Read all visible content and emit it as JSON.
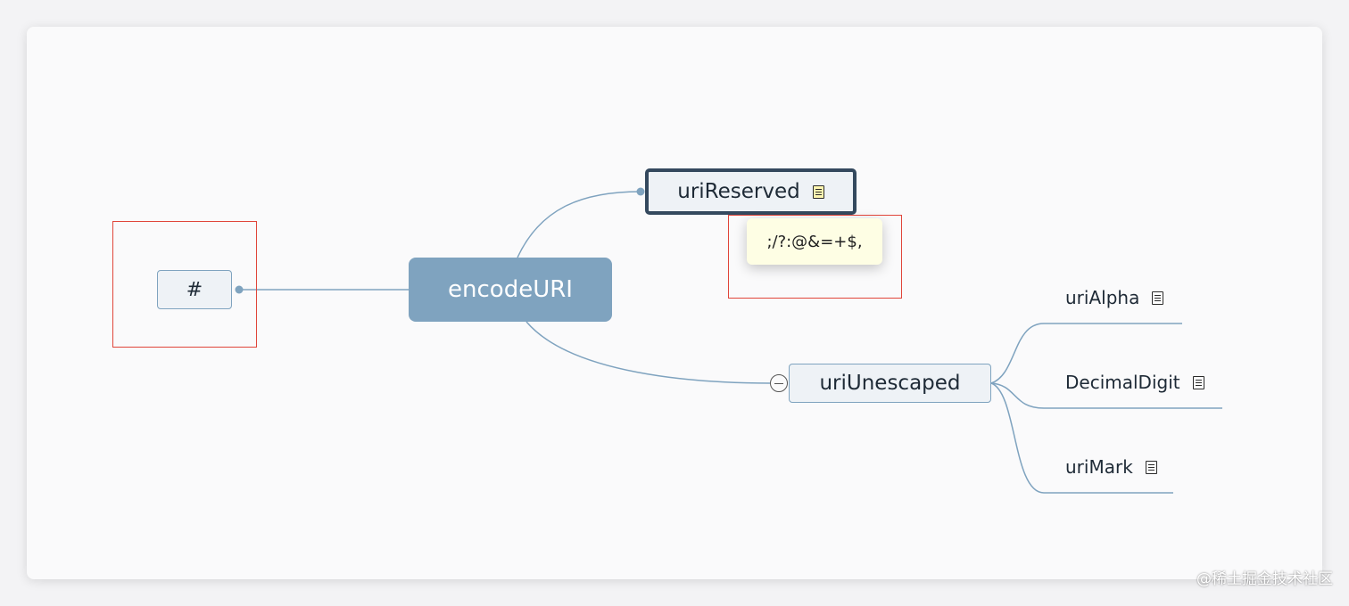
{
  "mindmap": {
    "root": "encodeURI",
    "left_node": "#",
    "reserved": "uriReserved",
    "reserved_note": ";/?:@&=+$,",
    "unescaped": "uriUnescaped",
    "children": [
      "uriAlpha",
      "DecimalDigit",
      "uriMark"
    ]
  },
  "icons": {
    "note": "note-icon",
    "collapse": "collapse-icon"
  },
  "colors": {
    "root_fill": "#7fa3bf",
    "node_fill": "#eef2f6",
    "line": "#7fa3bf",
    "selected_border": "#34495e",
    "highlight_box": "#e0453a",
    "tooltip_fill": "#fefee4"
  },
  "watermark": "@稀土掘金技术社区"
}
